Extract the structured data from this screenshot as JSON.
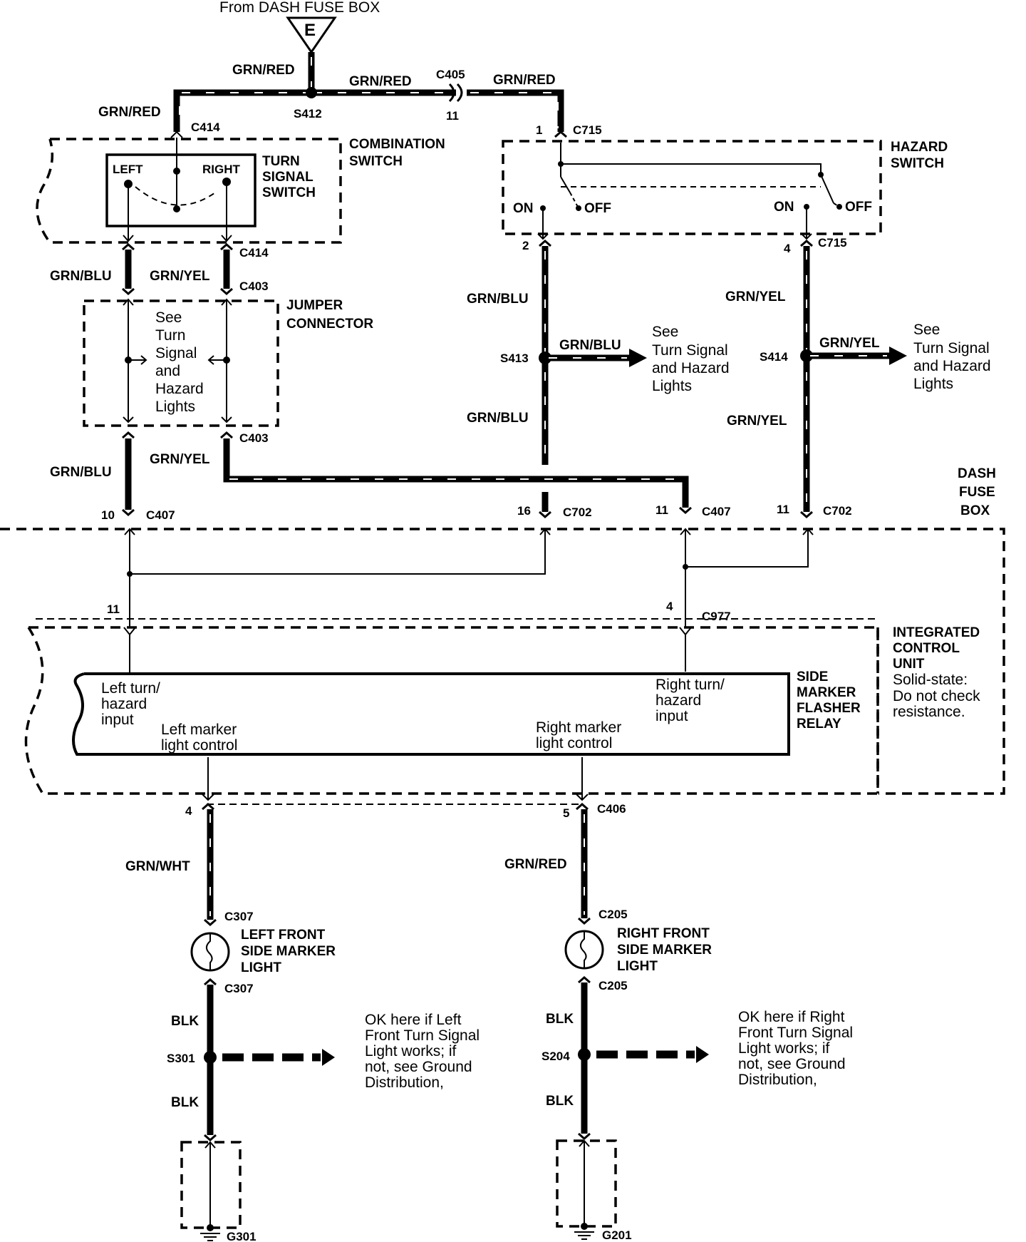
{
  "header": {
    "from_label": "From DASH FUSE BOX",
    "fuse_symbol": "E"
  },
  "wires": {
    "grn_red": "GRN/RED",
    "grn_blu": "GRN/BLU",
    "grn_yel": "GRN/YEL",
    "grn_wht": "GRN/WHT",
    "blk": "BLK"
  },
  "splices": {
    "s412": "S412",
    "s413": "S413",
    "s414": "S414",
    "s301": "S301",
    "s204": "S204"
  },
  "connectors": {
    "c405": "C405",
    "c414": "C414",
    "c715": "C715",
    "c403": "C403",
    "c407": "C407",
    "c702": "C702",
    "c977": "C977",
    "c406": "C406",
    "c307": "C307",
    "c205": "C205"
  },
  "pins": {
    "p11": "11",
    "p1": "1",
    "p2": "2",
    "p4": "4",
    "p10": "10",
    "p16": "16",
    "p5": "5"
  },
  "grounds": {
    "g301": "G301",
    "g201": "G201"
  },
  "combination_switch": {
    "title": [
      "COMBINATION",
      "SWITCH"
    ],
    "turn_signal": [
      "TURN",
      "SIGNAL",
      "SWITCH"
    ],
    "left": "LEFT",
    "right": "RIGHT"
  },
  "hazard_switch": {
    "title": [
      "HAZARD",
      "SWITCH"
    ],
    "on": "ON",
    "off": "OFF"
  },
  "jumper_connector": {
    "title": [
      "JUMPER",
      "CONNECTOR"
    ],
    "note": [
      "See",
      "Turn",
      "Signal",
      "and",
      "Hazard",
      "Lights"
    ]
  },
  "see_ref": [
    "See",
    "Turn Signal",
    "and Hazard",
    "Lights"
  ],
  "dash_fuse_box": [
    "DASH",
    "FUSE",
    "BOX"
  ],
  "integrated_control_unit": {
    "title": [
      "INTEGRATED",
      "CONTROL",
      "UNIT"
    ],
    "note": [
      "Solid-state:",
      "Do not check",
      "resistance."
    ]
  },
  "relay": {
    "title": [
      "SIDE",
      "MARKER",
      "FLASHER",
      "RELAY"
    ],
    "left_input": [
      "Left turn/",
      "hazard",
      "input"
    ],
    "right_input": [
      "Right turn/",
      "hazard",
      "input"
    ],
    "left_control": [
      "Left marker",
      "light control"
    ],
    "right_control": [
      "Right marker",
      "light control"
    ]
  },
  "lights": {
    "left": [
      "LEFT FRONT",
      "SIDE MARKER",
      "LIGHT"
    ],
    "right": [
      "RIGHT FRONT",
      "SIDE MARKER",
      "LIGHT"
    ]
  },
  "ground_notes": {
    "left": [
      "OK here if Left",
      "Front Turn Signal",
      "Light works; if",
      "not, see Ground",
      "Distribution,"
    ],
    "right": [
      "OK here if Right",
      "Front Turn Signal",
      "Light works; if",
      "not, see Ground",
      "Distribution,"
    ]
  }
}
